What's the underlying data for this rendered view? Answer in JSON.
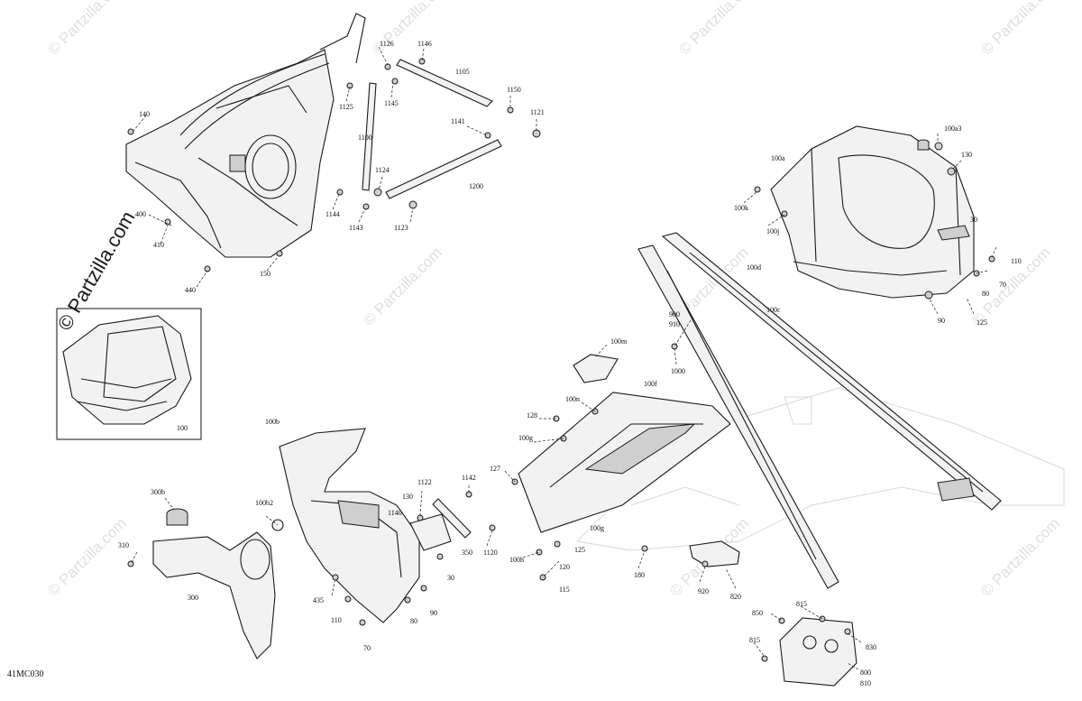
{
  "diagram_code": "41MC030",
  "watermark": {
    "small": "© Partzilla.com",
    "large": "© Partzilla.com"
  },
  "labels": {
    "p140": "140",
    "p400": "400",
    "p410": "410",
    "p440": "440",
    "p150": "150",
    "p1126": "1126",
    "p1146": "1146",
    "p1105": "1105",
    "p1125": "1125",
    "p1145": "1145",
    "p1150": "1150",
    "p1141": "1141",
    "p1121": "1121",
    "p1100": "1100",
    "p1124": "1124",
    "p1200": "1200",
    "p1144": "1144",
    "p1143": "1143",
    "p1123": "1123",
    "p100a3": "100a3",
    "p100a": "100a",
    "p130r": "130",
    "p100k": "100k",
    "p100j": "100j",
    "p30r": "30",
    "p110r": "110",
    "p100d": "100d",
    "p70r": "70",
    "p80r": "80",
    "p100c": "100c",
    "p90r": "90",
    "p125r": "125",
    "p100inset": "100",
    "p900": "900",
    "p910": "910",
    "p100m": "100m",
    "p1000": "1000",
    "p100n": "100n",
    "p100f": "100f",
    "p128": "128",
    "p100g1": "100g",
    "p127": "127",
    "p100g2": "100g",
    "p125m": "125",
    "p100h": "100h",
    "p120": "120",
    "p115": "115",
    "p180": "180",
    "p100b": "100b",
    "p300b": "300b",
    "p100b2": "100b2",
    "p310": "310",
    "p300": "300",
    "p1122": "1122",
    "p1142": "1142",
    "p130l": "130",
    "p1140": "1140",
    "p350": "350",
    "p1120": "1120",
    "p30l": "30",
    "p435": "435",
    "p110l": "110",
    "p80l": "80",
    "p90l": "90",
    "p70l": "70",
    "p920": "920",
    "p820": "820",
    "p850": "850",
    "p815a": "815",
    "p815b": "815",
    "p830": "830",
    "p800": "800",
    "p810": "810"
  }
}
